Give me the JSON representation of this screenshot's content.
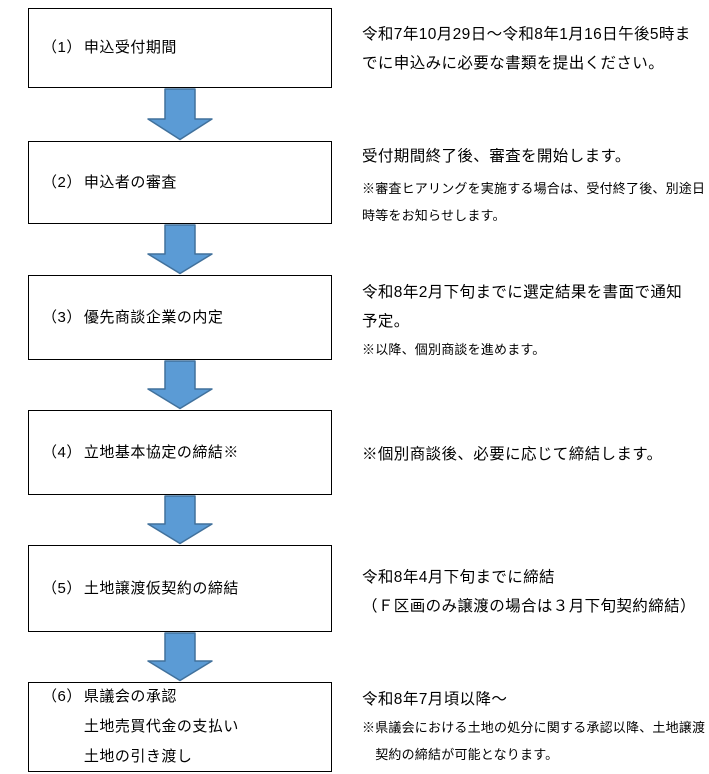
{
  "colors": {
    "arrow_fill": "#5B9BD5",
    "arrow_stroke": "#41719C",
    "box_border": "#000000",
    "background": "#ffffff",
    "text": "#000000"
  },
  "steps": [
    {
      "prefix": "（1）",
      "title_lines": [
        "申込受付期間"
      ],
      "note_main": [
        "令和7年10月29日～令和8年1月16日午後5時ま",
        "でに申込みに必要な書類を提出ください。"
      ],
      "note_sub": []
    },
    {
      "prefix": "（2）",
      "title_lines": [
        "申込者の審査"
      ],
      "note_main": [
        "受付期間終了後、審査を開始します。"
      ],
      "note_sub": [
        "※審査ヒアリングを実施する場合は、受付終了後、別途日",
        "時等をお知らせします。"
      ]
    },
    {
      "prefix": "（3）",
      "title_lines": [
        "優先商談企業の内定"
      ],
      "note_main": [
        "令和8年2月下旬までに選定結果を書面で通知",
        "予定。"
      ],
      "note_sub": [
        "※以降、個別商談を進めます。"
      ]
    },
    {
      "prefix": "（4）",
      "title_lines": [
        "立地基本協定の締結※"
      ],
      "note_main": [
        "※個別商談後、必要に応じて締結します。"
      ],
      "note_sub": []
    },
    {
      "prefix": "（5）",
      "title_lines": [
        "土地譲渡仮契約の締結"
      ],
      "note_main": [
        "令和8年4月下旬までに締結",
        "（Ｆ区画のみ譲渡の場合は３月下旬契約締結）"
      ],
      "note_sub": []
    },
    {
      "prefix": "（6）",
      "title_lines": [
        "県議会の承認",
        "土地売買代金の支払い",
        "土地の引き渡し"
      ],
      "note_main": [
        "令和8年7月頃以降～"
      ],
      "note_sub": [
        "※県議会における土地の処分に関する承認以降、土地譲渡",
        "　契約の締結が可能となります。"
      ]
    }
  ]
}
